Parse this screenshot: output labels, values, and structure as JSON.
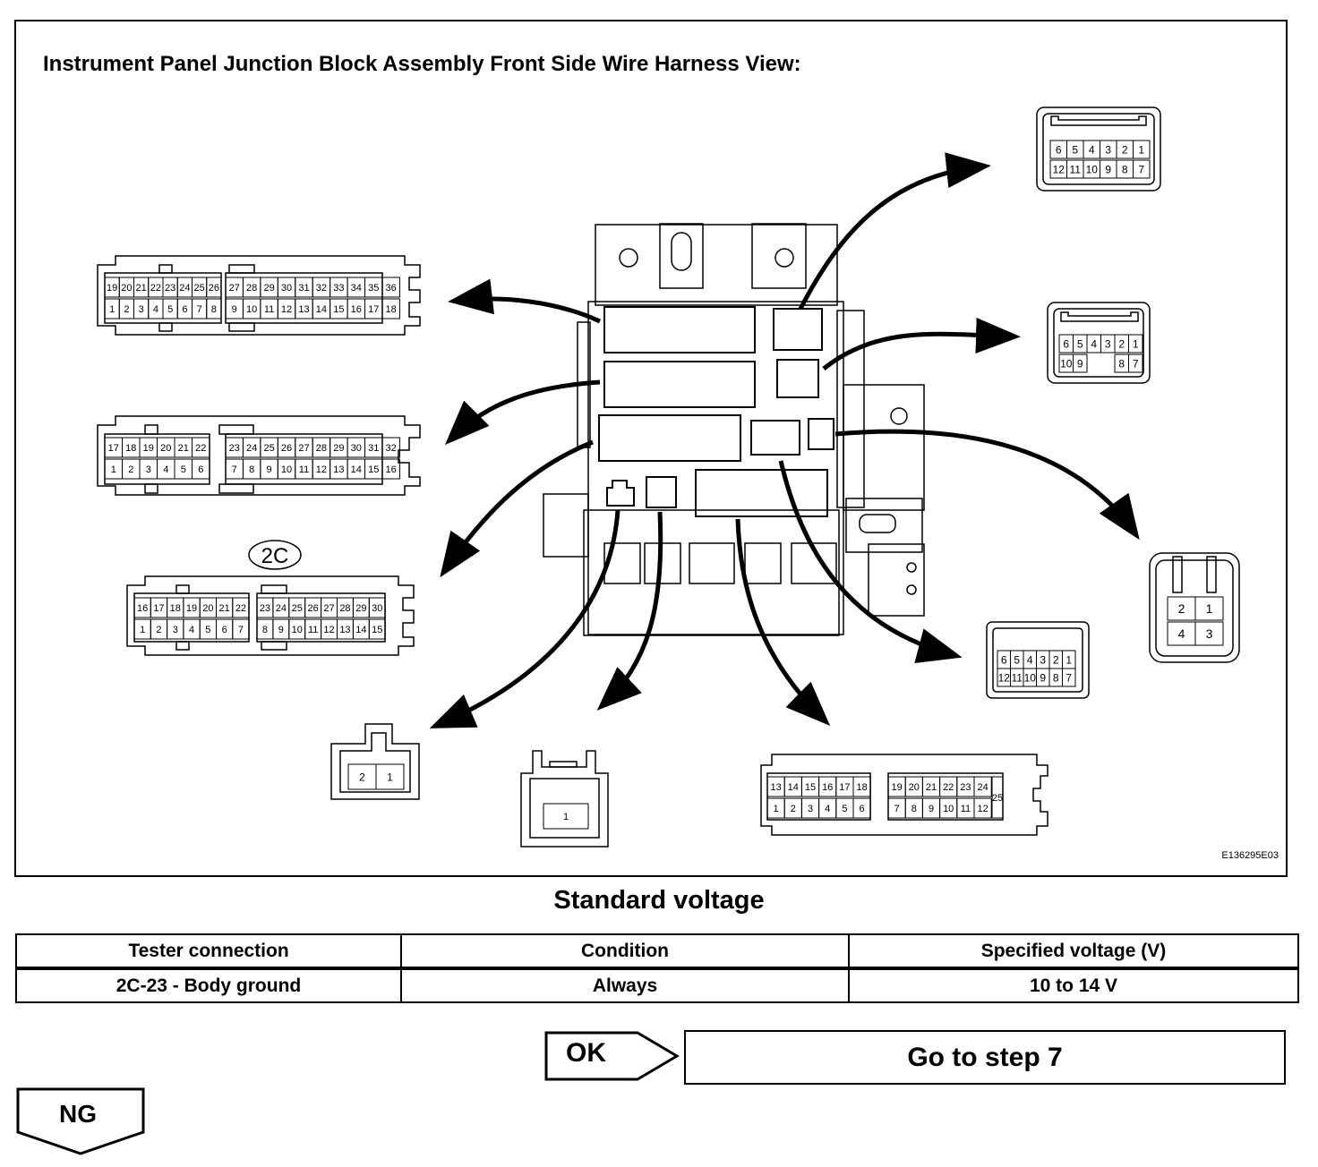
{
  "diagram": {
    "title": "Instrument Panel Junction Block Assembly Front Side Wire Harness View:",
    "figure_id": "E136295E03",
    "highlight_label": "2C",
    "connectors": {
      "c1_top": [
        "19",
        "20",
        "21",
        "22",
        "23",
        "24",
        "25",
        "26",
        "27",
        "28",
        "29",
        "30",
        "31",
        "32",
        "33",
        "34",
        "35",
        "36"
      ],
      "c1_bot": [
        "1",
        "2",
        "3",
        "4",
        "5",
        "6",
        "7",
        "8",
        "9",
        "10",
        "11",
        "12",
        "13",
        "14",
        "15",
        "16",
        "17",
        "18"
      ],
      "c2_top": [
        "17",
        "18",
        "19",
        "20",
        "21",
        "22",
        "23",
        "24",
        "25",
        "26",
        "27",
        "28",
        "29",
        "30",
        "31",
        "32"
      ],
      "c2_bot": [
        "1",
        "2",
        "3",
        "4",
        "5",
        "6",
        "7",
        "8",
        "9",
        "10",
        "11",
        "12",
        "13",
        "14",
        "15",
        "16"
      ],
      "c3_top": [
        "16",
        "17",
        "18",
        "19",
        "20",
        "21",
        "22",
        "23",
        "24",
        "25",
        "26",
        "27",
        "28",
        "29",
        "30"
      ],
      "c3_bot": [
        "1",
        "2",
        "3",
        "4",
        "5",
        "6",
        "7",
        "8",
        "9",
        "10",
        "11",
        "12",
        "13",
        "14",
        "15"
      ],
      "c4": [
        "2",
        "1"
      ],
      "c5": [
        "1"
      ],
      "c6_top": [
        "13",
        "14",
        "15",
        "16",
        "17",
        "18",
        "19",
        "20",
        "21",
        "22",
        "23",
        "24"
      ],
      "c6_bot": [
        "1",
        "2",
        "3",
        "4",
        "5",
        "6",
        "7",
        "8",
        "9",
        "10",
        "11",
        "12"
      ],
      "c6_extra": "25",
      "c7_top": [
        "6",
        "5",
        "4",
        "3",
        "2",
        "1"
      ],
      "c7_bot": [
        "12",
        "11",
        "10",
        "9",
        "8",
        "7"
      ],
      "c8_top": [
        "6",
        "5",
        "4",
        "3",
        "2",
        "1"
      ],
      "c8_bot": [
        "10",
        "9",
        "8",
        "7"
      ],
      "c9_top": [
        "6",
        "5",
        "4",
        "3",
        "2",
        "1"
      ],
      "c9_bot": [
        "12",
        "11",
        "10",
        "9",
        "8",
        "7"
      ],
      "c10": [
        "2",
        "1",
        "4",
        "3"
      ]
    }
  },
  "spec": {
    "title": "Standard voltage",
    "headers": [
      "Tester connection",
      "Condition",
      "Specified voltage (V)"
    ],
    "row": [
      "2C-23 - Body ground",
      "Always",
      "10 to 14 V"
    ]
  },
  "nav": {
    "ok_label": "OK",
    "ok_target": "Go to step 7",
    "ng_label": "NG"
  }
}
